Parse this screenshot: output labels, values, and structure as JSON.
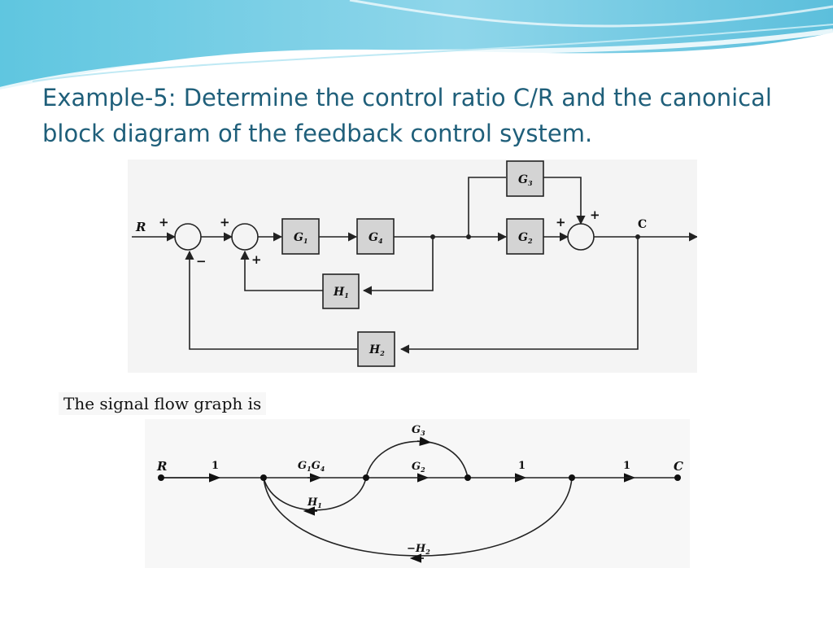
{
  "title_lines": [
    "Example-5: Determine the control ratio C/R and the canonical",
    "block diagram of the feedback control system."
  ],
  "block_diagram": {
    "input_label": "R",
    "output_label": "C",
    "blocks": [
      {
        "id": "g1",
        "symbol": "G",
        "sub": "1"
      },
      {
        "id": "g4",
        "symbol": "G",
        "sub": "4"
      },
      {
        "id": "g3",
        "symbol": "G",
        "sub": "3"
      },
      {
        "id": "g2",
        "symbol": "G",
        "sub": "2"
      },
      {
        "id": "h1",
        "symbol": "H",
        "sub": "1"
      },
      {
        "id": "h2",
        "symbol": "H",
        "sub": "2"
      }
    ],
    "signs": {
      "sum1_in": "+",
      "sum1_fb": "−",
      "sum2_in": "+",
      "sum2_fb": "+",
      "sum3_in": "+",
      "sum3_top": "+"
    }
  },
  "sfg_caption": "The signal flow graph is",
  "signal_flow_graph": {
    "node_labels": {
      "input": "R",
      "output": "C"
    },
    "branches": [
      {
        "id": "b1",
        "gain": "1"
      },
      {
        "id": "b_g1g4",
        "symbol1": "G",
        "sub1": "1",
        "symbol2": "G",
        "sub2": "4"
      },
      {
        "id": "b_g3",
        "symbol": "G",
        "sub": "3"
      },
      {
        "id": "b_g2",
        "symbol": "G",
        "sub": "2"
      },
      {
        "id": "b_h1",
        "symbol": "H",
        "sub": "1"
      },
      {
        "id": "b_mh2",
        "prefix": "−",
        "symbol": "H",
        "sub": "2"
      },
      {
        "id": "b_one_a",
        "gain": "1"
      },
      {
        "id": "b_one_b",
        "gain": "1"
      }
    ]
  }
}
